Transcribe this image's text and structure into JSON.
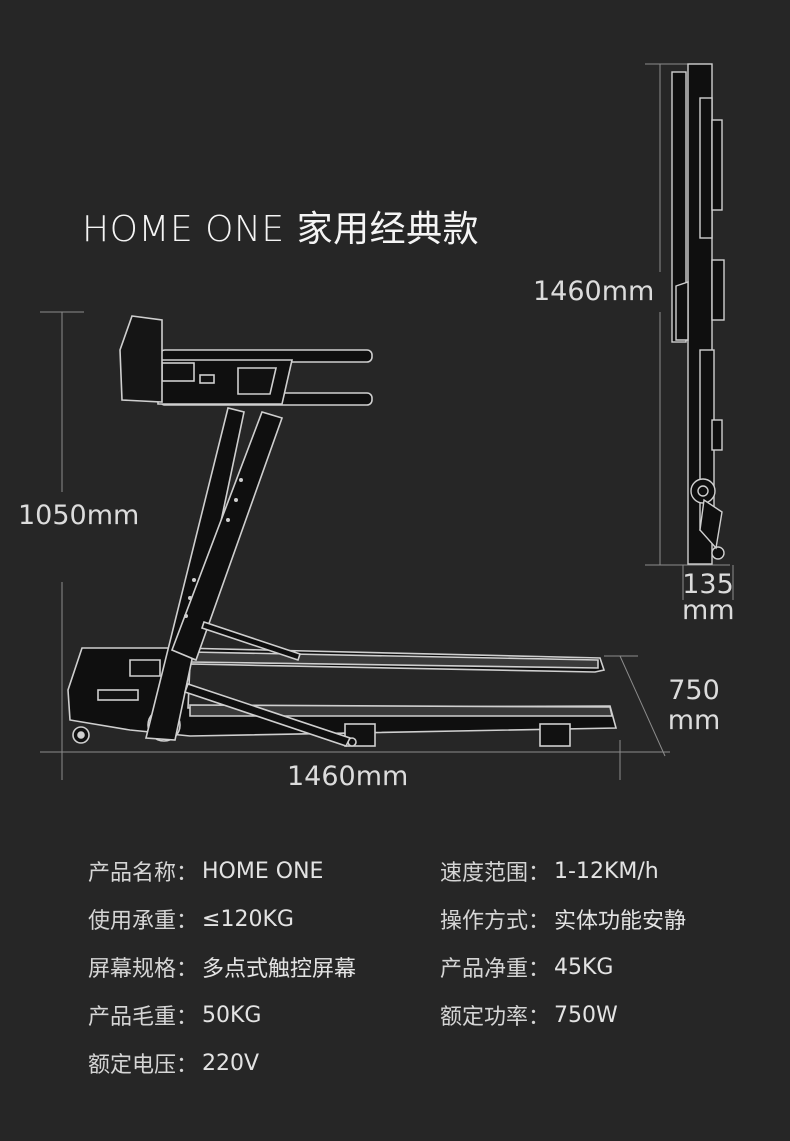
{
  "title": "HOME ONE 家用经典款",
  "dimensions": {
    "height": "1050mm",
    "length": "1460mm",
    "folded_height": "1460mm",
    "folded_depth_num": "135",
    "folded_depth_unit": "mm",
    "width_num": "750",
    "width_unit": "mm"
  },
  "specs": [
    {
      "label": "产品名称：",
      "value": "HOME ONE"
    },
    {
      "label": "速度范围：",
      "value": "1-12KM/h"
    },
    {
      "label": "使用承重：",
      "value": "≤120KG"
    },
    {
      "label": "操作方式：",
      "value": "实体功能安静"
    },
    {
      "label": "屏幕规格：",
      "value": "多点式触控屏幕"
    },
    {
      "label": "产品净重：",
      "value": "45KG"
    },
    {
      "label": "产品毛重：",
      "value": "50KG"
    },
    {
      "label": "额定功率：",
      "value": "750W"
    },
    {
      "label": "额定电压：",
      "value": "220V"
    }
  ],
  "colors": {
    "background": "#262626",
    "text": "#e9e9e9",
    "dimension_line": "#8a8a8a"
  }
}
